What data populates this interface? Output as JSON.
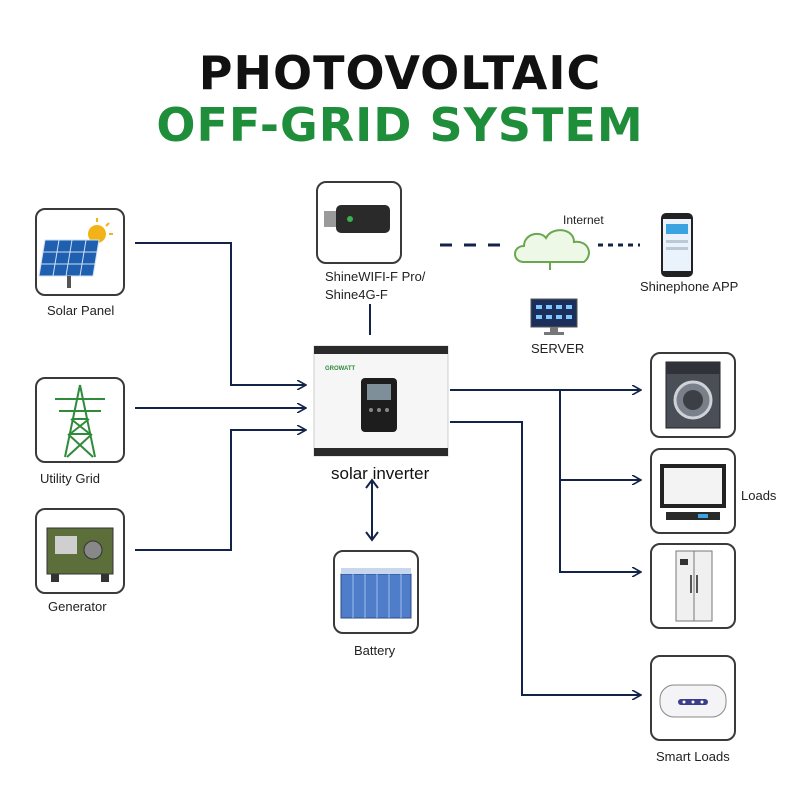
{
  "title": {
    "line1": "PHOTOVOLTAIC",
    "line2": "OFF-GRID SYSTEM"
  },
  "labels": {
    "solar_panel": "Solar Panel",
    "utility_grid": "Utility Grid",
    "generator": "Generator",
    "wifi_line1": "ShineWIFI-F Pro/",
    "wifi_line2": "Shine4G-F",
    "internet": "Internet",
    "server": "SERVER",
    "app": "Shinephone APP",
    "inverter": "solar inverter",
    "battery": "Battery",
    "loads": "Loads",
    "smart_loads": "Smart Loads"
  },
  "colors": {
    "title_dark": "#111111",
    "title_green": "#1f8e3a",
    "wire": "#14234a",
    "box_border": "#3a3a3a"
  }
}
